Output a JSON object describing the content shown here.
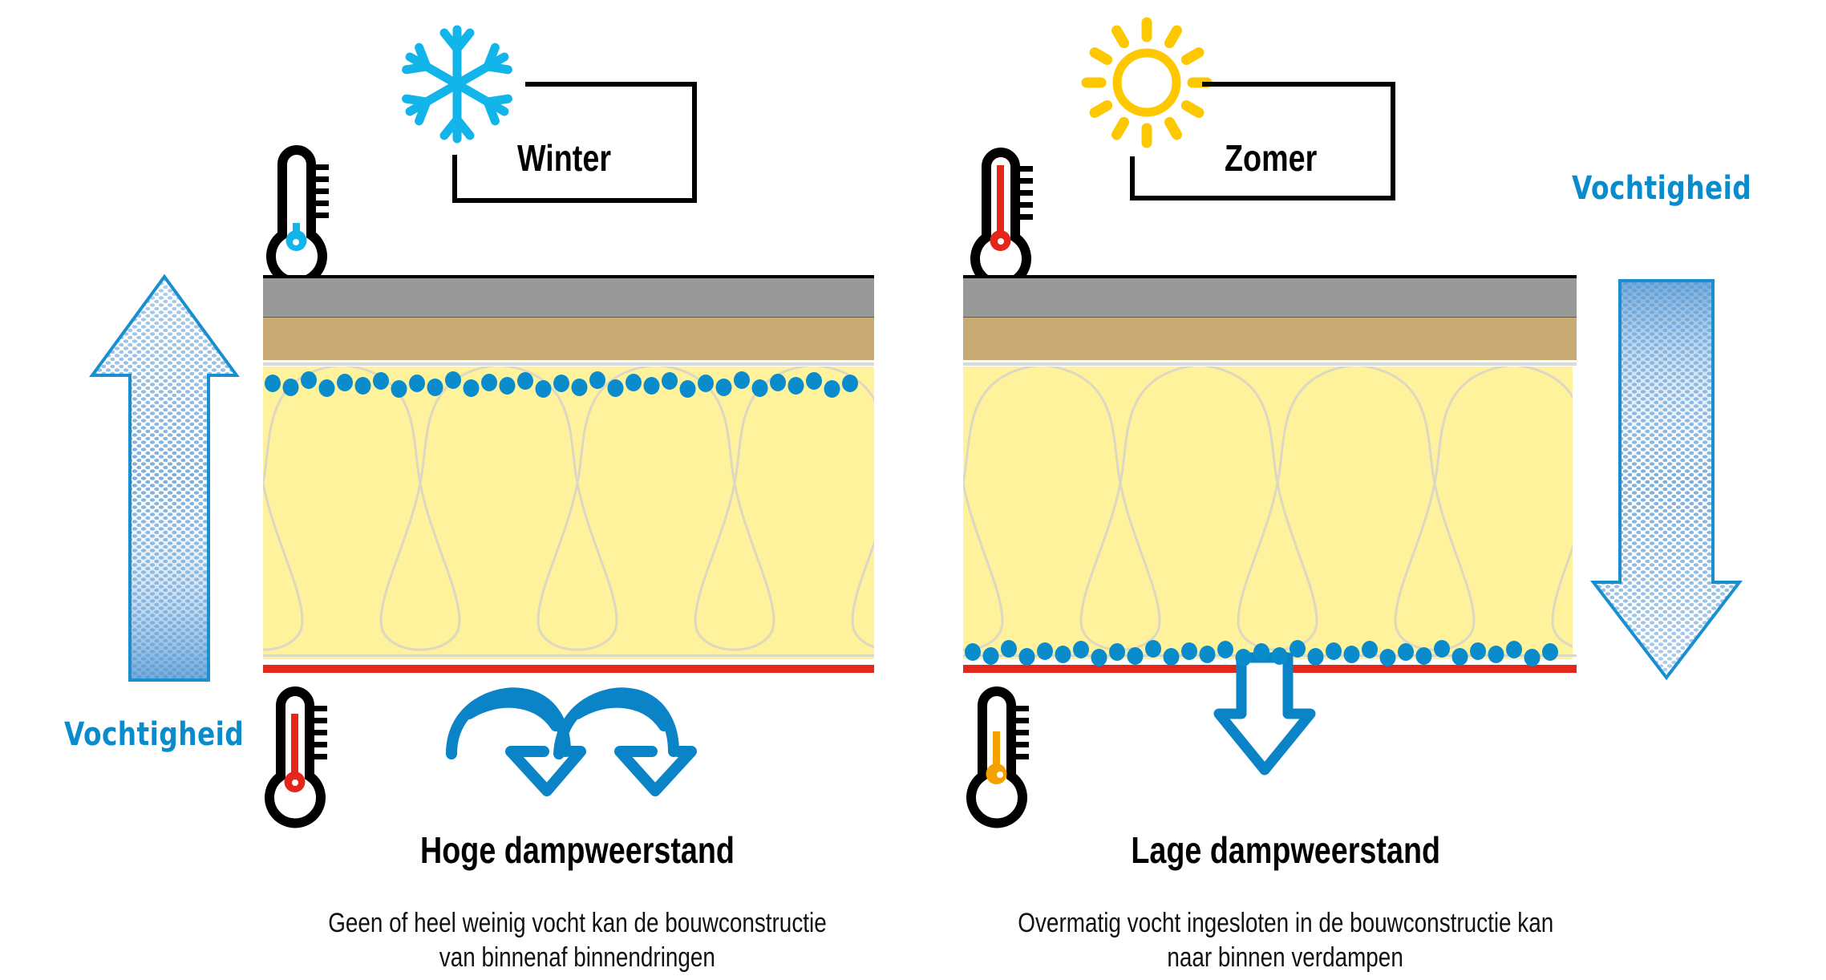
{
  "colors": {
    "moisture_blue": "#0a8ccc",
    "snow_blue": "#12b5ea",
    "sun_yellow": "#fdc800",
    "membrane_red": "#e4261b",
    "warm_orange": "#f4a100",
    "gray_layer": "#999999",
    "brown_layer": "#c7aa74",
    "insulation_yellow": "#fff29c",
    "insulation_line": "#ddd8c2"
  },
  "panels": [
    {
      "id": "winter",
      "season_label": "Winter",
      "season_icon": "snowflake-icon",
      "moisture_label": "Vochtigheid",
      "moisture_direction": "up",
      "heading": "Hoge dampweerstand",
      "description_line1": "Geen of heel weinig vocht kan de bouwconstructie",
      "description_line2": "van binnenaf binnendringen",
      "top_thermometer": "cold",
      "bottom_thermometer": "hot",
      "condensation_position": "top"
    },
    {
      "id": "summer",
      "season_label": "Zomer",
      "season_icon": "sun-icon",
      "moisture_label": "Vochtigheid",
      "moisture_direction": "down",
      "heading": "Lage dampweerstand",
      "description_line1": "Overmatig vocht ingesloten in de bouwconstructie kan",
      "description_line2": "naar binnen verdampen",
      "top_thermometer": "hot",
      "bottom_thermometer": "warm",
      "condensation_position": "bottom"
    }
  ]
}
